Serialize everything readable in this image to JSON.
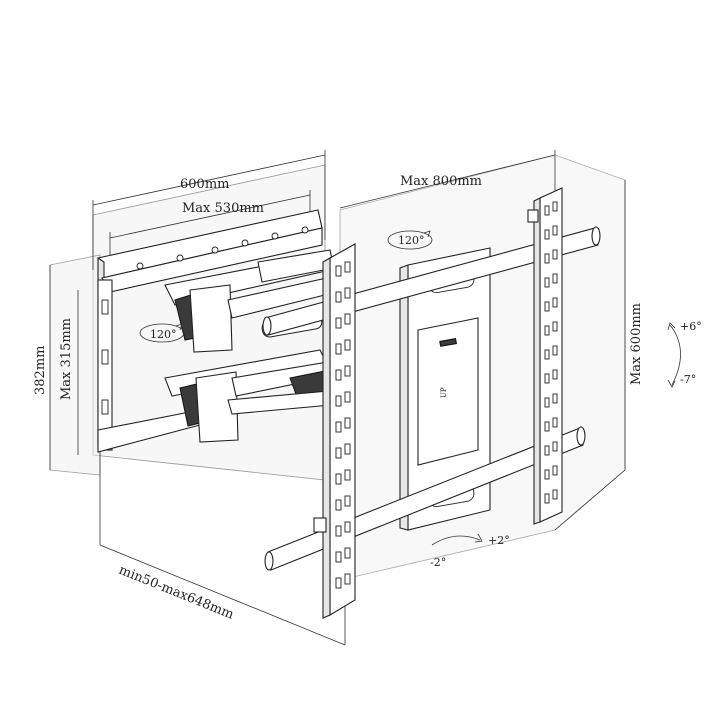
{
  "labels": {
    "width_600": "600mm",
    "width_max530": "Max 530mm",
    "width_max800": "Max 800mm",
    "height_382": "382mm",
    "height_max315": "Max 315mm",
    "height_max600": "Max 600mm",
    "swivel_top": "120°",
    "swivel_bottom": "120°",
    "tilt_up": "+6°",
    "tilt_down": "-7°",
    "rotate_plus": "+2°",
    "rotate_minus": "-2°",
    "extension": "min50-max648mm",
    "up_marker": "UP"
  },
  "colors": {
    "line": "#222222",
    "plane": "#f1f1f1",
    "accent": "#3a3a3a"
  }
}
